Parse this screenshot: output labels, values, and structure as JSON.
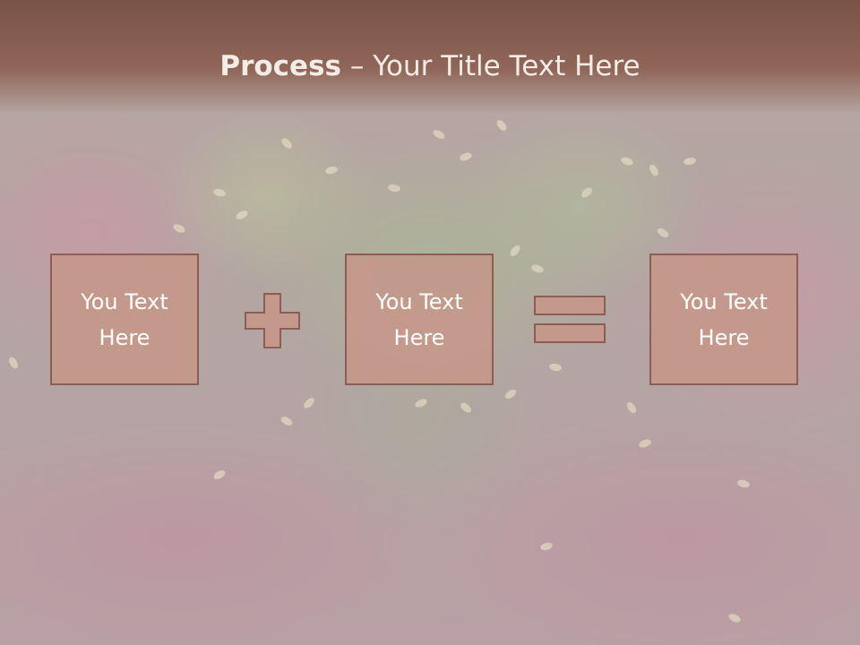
{
  "slide": {
    "title_bold": "Process",
    "title_rest": " – Your Title Text Here",
    "boxes": [
      {
        "text": "You Text Here"
      },
      {
        "text": "You Text Here"
      },
      {
        "text": "You Text Here"
      }
    ],
    "operators": [
      "plus-icon",
      "equals-icon"
    ],
    "colors": {
      "title_bar": "#7a5347",
      "box_fill": "#c4988a",
      "box_border": "#8a5e52",
      "text": "#ffffff"
    }
  }
}
